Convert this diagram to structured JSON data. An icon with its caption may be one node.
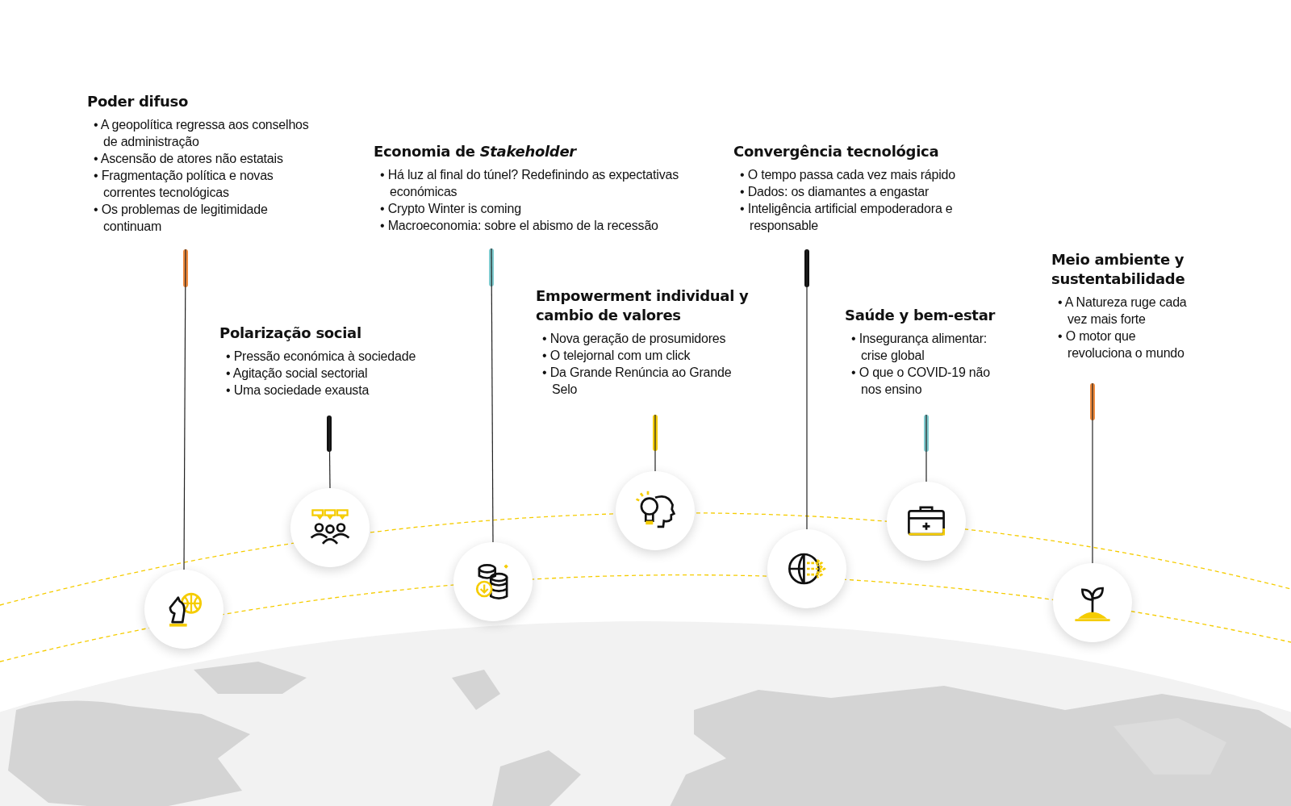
{
  "diagram": {
    "nodes": [
      {
        "text": [
          "Poder difuso",
          "• A geopolítica regressa aos conselhos de administração",
          "• Ascensão de atores não estatais",
          "• Fragmentação política e novas correntes tecnológicas",
          "• Os problemas de legitimidade continuam"
        ]
      },
      {
        "text": [
          "Polarização social",
          "• Pressão económica à sociedade",
          "• Agitação social sectorial",
          "• Uma sociedade exausta"
        ]
      },
      {
        "text": [
          "Economia de *Stakeholder*",
          "• Há luz al final do túnel? Redefinindo as expectativas económicas",
          "• Crypto Winter is coming",
          "• Macroeconomia: sobre el abismo de la recessão"
        ]
      },
      {
        "text": [
          "Empowerment individual y cambio de valores",
          "• Nova geração de prosumidores",
          "• O telejornal com um click",
          "• Da Grande Renúncia ao Grande Selo"
        ]
      },
      {
        "text": [
          "Convergência tecnológica",
          "• O tempo passa cada vez mais rápido",
          "• Dados: os diamantes a engastar",
          "• Inteligência artificial empoderadora e responsable"
        ]
      },
      {
        "text": [
          "Saúde y bem-estar",
          "• Insegurança alimentar: crise global",
          "• O que o COVID-19 não nos ensino"
        ]
      },
      {
        "text": [
          "Meio ambiente y sustentabilidade",
          "• A Natureza ruge cada vez mais forte",
          "• O motor que revoluciona o mundo"
        ]
      },
      {
        "text": [],
        "shape": "circle"
      },
      {
        "text": [],
        "shape": "circle"
      },
      {
        "text": [],
        "shape": "circle"
      },
      {
        "text": [],
        "shape": "circle"
      },
      {
        "text": [],
        "shape": "circle"
      },
      {
        "text": [],
        "shape": "circle"
      },
      {
        "text": [],
        "shape": "circle"
      }
    ],
    "edges": [
      {
        "from": 0,
        "to": 7,
        "arrow": "none"
      },
      {
        "from": 1,
        "to": 8,
        "arrow": "none"
      },
      {
        "from": 2,
        "to": 9,
        "arrow": "none"
      },
      {
        "from": 3,
        "to": 10,
        "arrow": "none"
      },
      {
        "from": 4,
        "to": 11,
        "arrow": "none"
      },
      {
        "from": 5,
        "to": 12,
        "arrow": "none"
      },
      {
        "from": 6,
        "to": 13,
        "arrow": "none"
      }
    ]
  }
}
